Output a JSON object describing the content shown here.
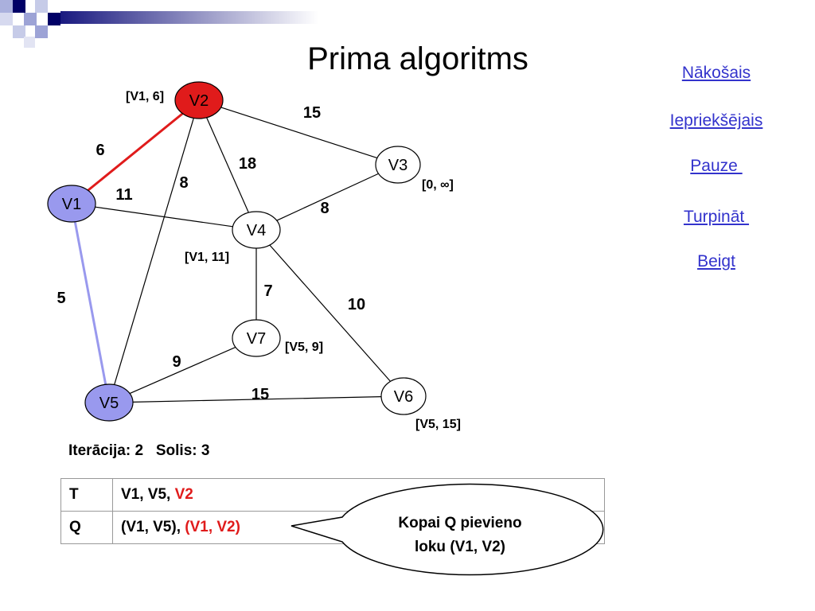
{
  "slide": {
    "title": "Prima algoritms"
  },
  "nav": {
    "next": "Nākošais",
    "previous": "Iepriekšējais",
    "pause": "Pauze ",
    "continue": "Turpināt ",
    "end": "Beigt"
  },
  "colors": {
    "selected_vertex": "#e01b1b",
    "visited_vertex": "#9999ee",
    "selected_edge": "#e01b1b",
    "visited_edge": "#9999ee",
    "link": "#3333cc"
  },
  "graph": {
    "vertices": [
      {
        "id": "V1",
        "label": "V1",
        "state": "visited"
      },
      {
        "id": "V2",
        "label": "V2",
        "state": "selected"
      },
      {
        "id": "V3",
        "label": "V3",
        "state": "normal"
      },
      {
        "id": "V4",
        "label": "V4",
        "state": "normal"
      },
      {
        "id": "V5",
        "label": "V5",
        "state": "visited"
      },
      {
        "id": "V6",
        "label": "V6",
        "state": "normal"
      },
      {
        "id": "V7",
        "label": "V7",
        "state": "normal"
      }
    ],
    "edges": [
      {
        "from": "V1",
        "to": "V2",
        "weight": "6",
        "state": "selected"
      },
      {
        "from": "V2",
        "to": "V3",
        "weight": "15",
        "state": "normal"
      },
      {
        "from": "V2",
        "to": "V4",
        "weight": "18",
        "state": "normal"
      },
      {
        "from": "V2",
        "to": "V5",
        "weight": "8",
        "state": "normal"
      },
      {
        "from": "V1",
        "to": "V4",
        "weight": "11",
        "state": "normal"
      },
      {
        "from": "V3",
        "to": "V4",
        "weight": "8",
        "state": "normal"
      },
      {
        "from": "V1",
        "to": "V5",
        "weight": "5",
        "state": "visited"
      },
      {
        "from": "V4",
        "to": "V7",
        "weight": "7",
        "state": "normal"
      },
      {
        "from": "V4",
        "to": "V6",
        "weight": "10",
        "state": "normal"
      },
      {
        "from": "V5",
        "to": "V7",
        "weight": "9",
        "state": "normal"
      },
      {
        "from": "V5",
        "to": "V6",
        "weight": "15",
        "state": "normal"
      }
    ],
    "vertex_labels": {
      "V2": "[V1, 6]",
      "V3": "[0, ∞]",
      "V4": "[V1, 11]",
      "V7": "[V5, 9]",
      "V6": "[V5, 15]"
    }
  },
  "status": {
    "iteration_label": "Iterācija:",
    "iteration": "2",
    "step_label": "Solis:",
    "step": "3"
  },
  "table": {
    "rows": [
      {
        "key": "T",
        "items": [
          {
            "text": "V1, V5, ",
            "highlight": false
          },
          {
            "text": "V2",
            "highlight": true
          }
        ]
      },
      {
        "key": "Q",
        "items": [
          {
            "text": "(V1, V5), ",
            "highlight": false
          },
          {
            "text": "(V1, V2)",
            "highlight": true
          }
        ]
      }
    ]
  },
  "callout": {
    "line1": "Kopai Q pievieno",
    "line2": "loku (V1, V2)"
  }
}
